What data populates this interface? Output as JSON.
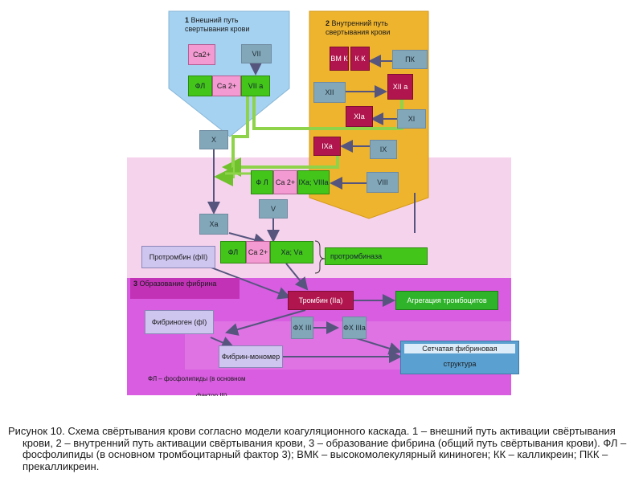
{
  "regions": {
    "extrinsic": {
      "number": "1",
      "title": "Внешний путь свертывания крови"
    },
    "intrinsic": {
      "number": "2",
      "title": "Внутренний путь свертывания крови"
    },
    "fibrin": {
      "number": "3",
      "title": "Образование фибрина"
    }
  },
  "nodes": {
    "ca_top": "Ca2+",
    "vii": "VII",
    "fl_1": "ФЛ",
    "ca_1": "Ca 2+",
    "viia": "VII а",
    "vmk": "ВМ К",
    "kk": "К К",
    "pk": "ПК",
    "xii": "XII",
    "xiia": "XII а",
    "xia": "XIа",
    "xi": "XI",
    "ixa": "IXа",
    "ix": "IX",
    "viii": "VIII",
    "x": "X",
    "fl_2": "Ф Л",
    "ca_2": "Са 2+",
    "tenase": "IXа; VIIIа",
    "v": "V",
    "xa": "Xа",
    "prothrombin": "Протромбин (фII)",
    "fl_3": "ФЛ",
    "ca_3": "Са 2+",
    "xava": "Xа; Vа",
    "prothrombinase": "протромбиназа",
    "thrombin": "Тромбин (IIа)",
    "aggregation": "Агрегация тромбоцитов",
    "fibrinogen": "Фибриноген (фI)",
    "fxiii": "ФХ III",
    "fxiiia": "ФХ IIIа",
    "fibrin_monomer": "Фибрин-мономер",
    "fibrin_network": "Сетчатая фибриновая",
    "fibrin_network_2": "структура",
    "footnote_1": "ФЛ – фосфолипиды (в основном",
    "footnote_2": "фактор III)"
  },
  "caption": {
    "label": "Рисунок 10.",
    "text": " Схема свёртывания крови согласно модели коагуляционного каскада. 1 – внешний путь активации свёртывания крови, 2 – внутренний путь активации свёртывания крови, 3 – образование фибрина (общий путь свёртывания крови). ФЛ – фосфолипиды (в основном тромбоцитарный фактор 3); ВМК – высокомолекулярный кининоген; КК – калликреин; ПКК – прекалликреин."
  },
  "colors": {
    "extrinsic_bg": "#a5d2f1",
    "intrinsic_bg": "#efb42e",
    "pink_zone": "#f6d3ec",
    "fibrin_zone": "#d85de0",
    "arrow_green": "#8ed34a",
    "arrow_dark": "#5b5b88"
  }
}
